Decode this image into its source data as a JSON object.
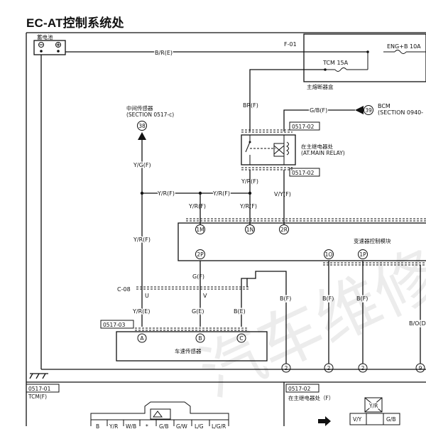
{
  "title": "EC-AT控制系统处",
  "battery": {
    "label": "蓄电池"
  },
  "fuse_box": {
    "connector": "F-01",
    "fuse_eng": "ENG+B 10A",
    "fuse_tcm": "TCM 15A",
    "label": "主熔断器盒"
  },
  "wires": {
    "br_e": "B/R(E)",
    "br_f": "BR(F)",
    "gb_f": "G/B(F)",
    "yg_f": "Y/G(F)",
    "yr_f": "Y/R(F)",
    "vy_f": "V/Y(F)",
    "g_f": "G(F)",
    "yr_e": "Y/R(E)",
    "g_e": "G(E)",
    "b_e": "B(E)",
    "b_f": "B(F)",
    "bo_d": "B/O(D"
  },
  "bcm": {
    "pin": "39",
    "label": "BCM",
    "section": "(SECTION 0940-"
  },
  "mid_sensor": {
    "label": "中间传感器",
    "section": "(SECTION 0517-c)",
    "pin": "38"
  },
  "relay": {
    "ref_top": "0517-02",
    "ref_bottom": "0517-02",
    "label_cn": "在主继电器处",
    "label_en": "(AT.MAIN RELAY)"
  },
  "tcm_module": {
    "label": "变速器控制模块",
    "pins_top": [
      "1M",
      "1N",
      "2R"
    ],
    "pins_bottom": [
      "2P",
      "1O",
      "1P"
    ]
  },
  "connector_c08": {
    "label": "C-08",
    "pins": [
      "U",
      "V"
    ]
  },
  "speed_sensor": {
    "ref": "0517-03",
    "label": "车速传感器",
    "pins": [
      "A",
      "B",
      "C"
    ]
  },
  "ground_pins": [
    "2",
    "2",
    "2",
    "9"
  ],
  "bottom": {
    "left_ref": "0517-01",
    "left_label": "TCM(F)",
    "right_ref": "0517-02",
    "right_label": "在主继电器处（F）",
    "relay_pins": [
      "Y/R",
      "V/Y",
      "G/B"
    ],
    "connector_cells": [
      "B",
      "Y/R",
      "W/B",
      "*",
      "G/B",
      "G/W",
      "L/G",
      "L/G/R"
    ]
  },
  "watermark": "汽车维修"
}
